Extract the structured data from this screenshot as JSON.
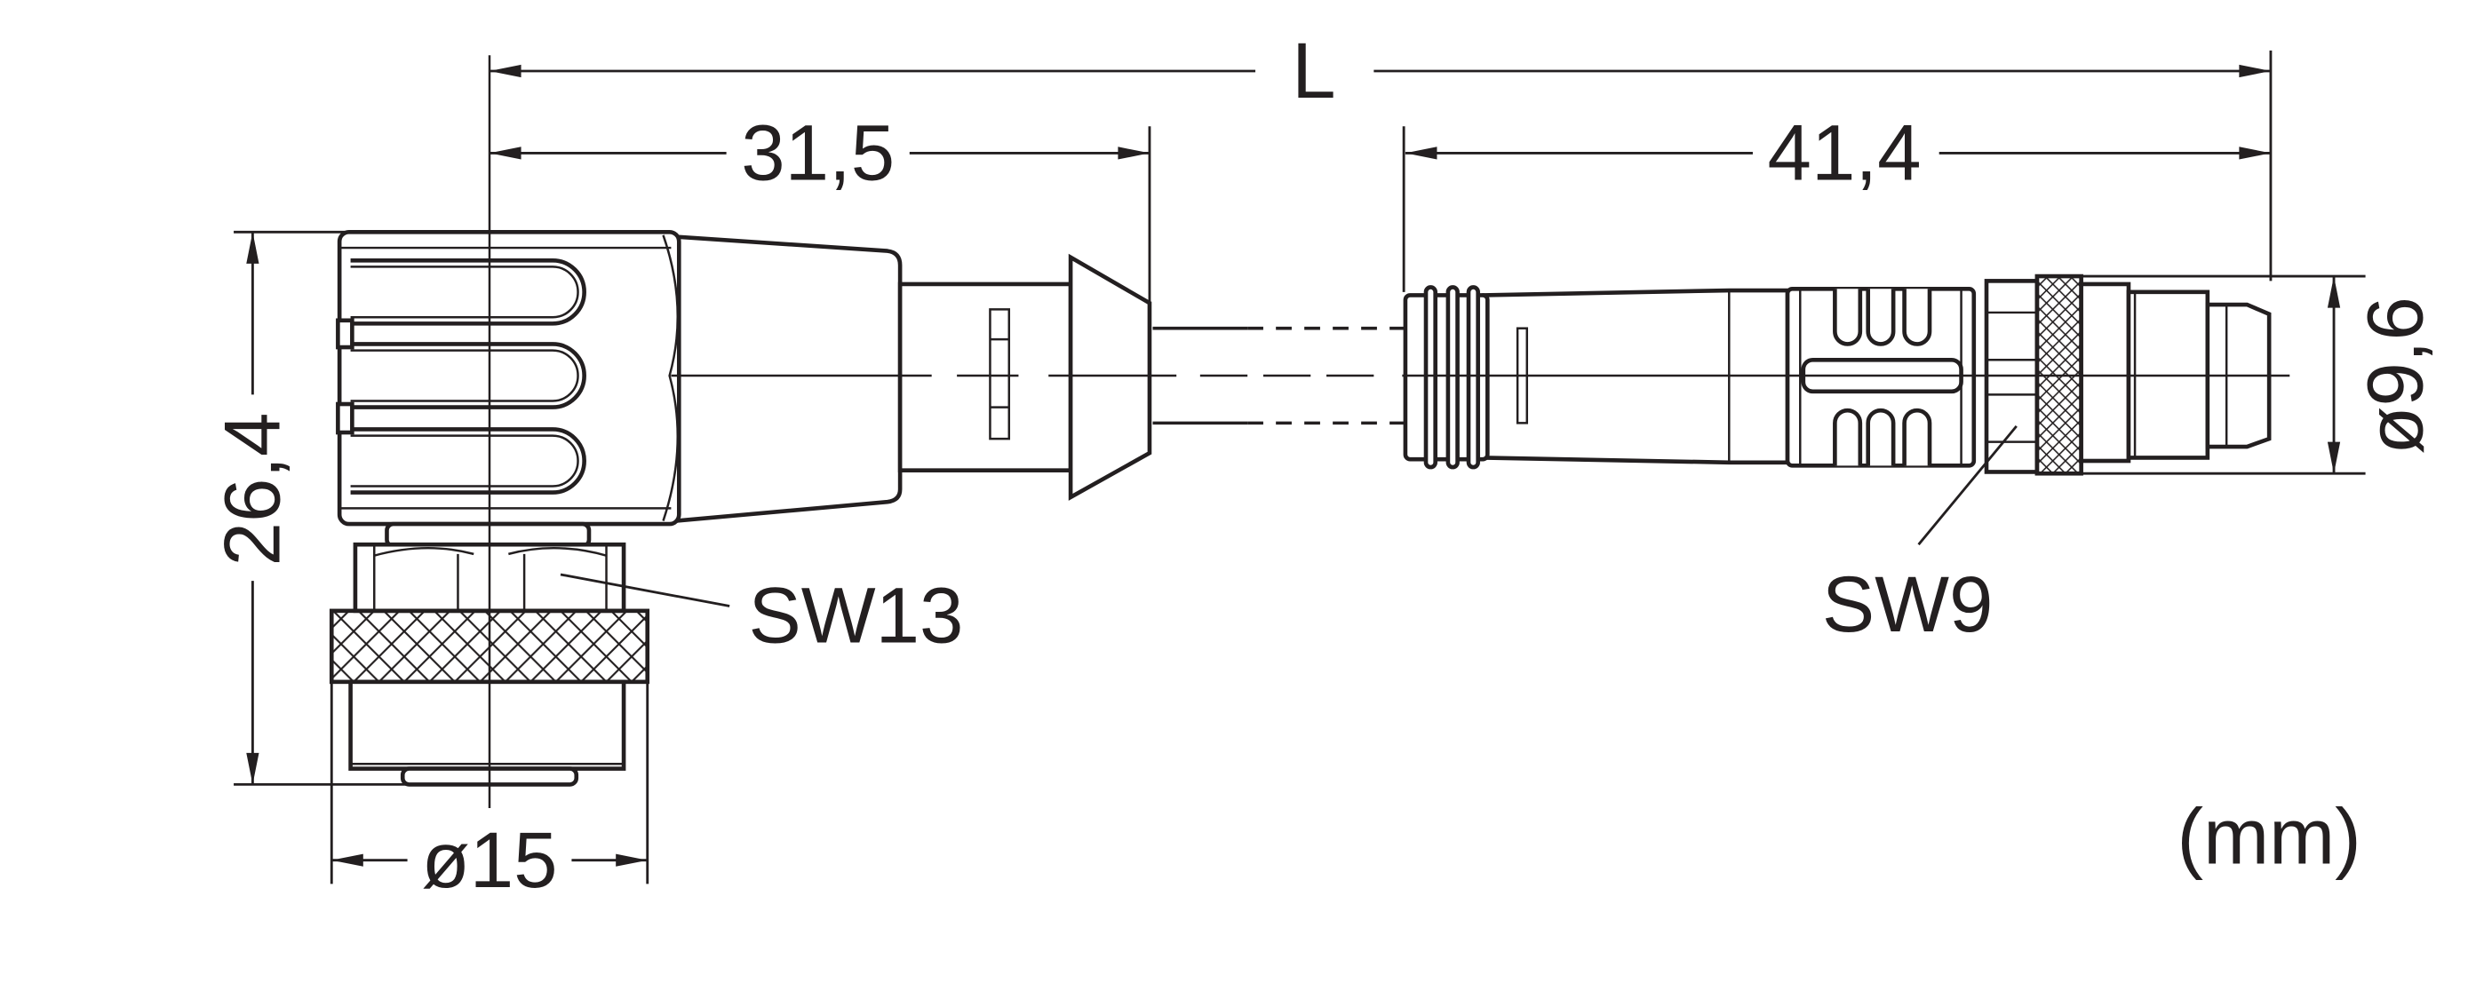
{
  "drawing": {
    "dimensions": {
      "overall_length": "L",
      "left_connector_length": "31,5",
      "right_connector_length": "41,4",
      "left_connector_height": "26,4",
      "left_nut_diameter": "ø15",
      "right_connector_diameter": "ø9,6"
    },
    "callouts": {
      "left_wrench_size": "SW13",
      "right_wrench_size": "SW9"
    },
    "units": "(mm)",
    "line_color": "#231f20"
  }
}
